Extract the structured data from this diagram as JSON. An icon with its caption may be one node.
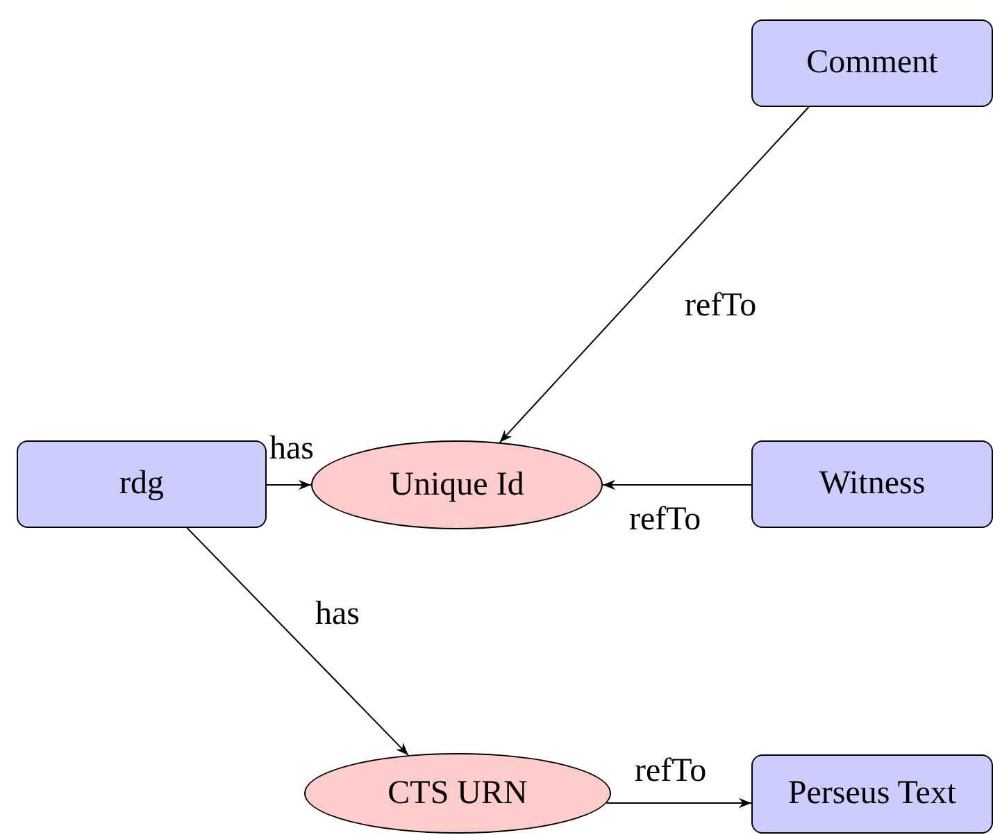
{
  "diagram": {
    "nodes": [
      {
        "text": [
          "Comment"
        ]
      },
      {
        "text": [
          "rdg"
        ]
      },
      {
        "text": [
          "Unique Id"
        ]
      },
      {
        "text": [
          "Witness"
        ]
      },
      {
        "text": [
          "CTS URN"
        ]
      },
      {
        "text": [
          "Perseus Text"
        ]
      }
    ],
    "edges": [
      {
        "from": 0,
        "to": 2,
        "arrow": "to",
        "label": "refTo"
      },
      {
        "from": 1,
        "to": 2,
        "arrow": "to",
        "label": "has"
      },
      {
        "from": 3,
        "to": 2,
        "arrow": "to",
        "label": "refTo"
      },
      {
        "from": 1,
        "to": 4,
        "arrow": "to",
        "label": "has"
      },
      {
        "from": 4,
        "to": 5,
        "arrow": "to",
        "label": "refTo"
      }
    ]
  }
}
